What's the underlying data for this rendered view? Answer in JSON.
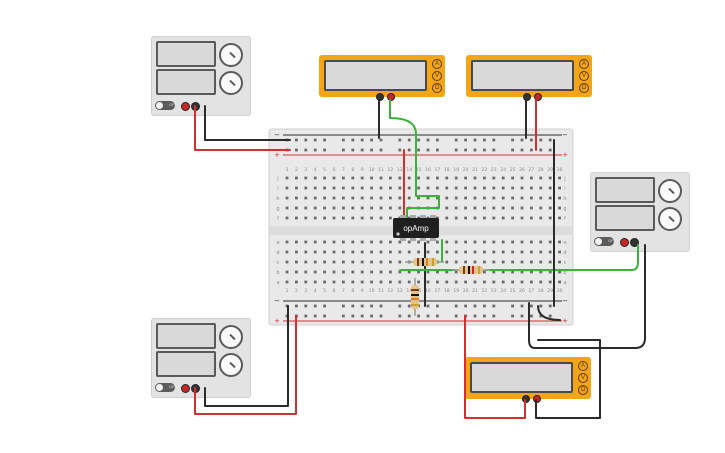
{
  "chip": {
    "label": "opAmp"
  },
  "psu": {
    "switch_label": "OFF"
  },
  "meter": {
    "buttons": [
      "A",
      "V",
      "Ω"
    ]
  },
  "breadboard": {
    "rail_plus": "+",
    "rail_minus": "−",
    "rows_top": [
      "j",
      "i",
      "h",
      "g",
      "f"
    ],
    "rows_bottom": [
      "e",
      "d",
      "c",
      "b",
      "a"
    ],
    "columns": [
      "1",
      "2",
      "3",
      "4",
      "5",
      "6",
      "7",
      "8",
      "9",
      "10",
      "11",
      "12",
      "13",
      "14",
      "15",
      "16",
      "17",
      "18",
      "19",
      "20",
      "21",
      "22",
      "23",
      "24",
      "25",
      "26",
      "27",
      "28",
      "29",
      "30"
    ]
  },
  "colors": {
    "wire_red": "#d32f2f",
    "wire_black": "#2b2b2b",
    "wire_green": "#3bb33b",
    "meter_body": "#f3a516",
    "board": "#e9e9e9"
  }
}
